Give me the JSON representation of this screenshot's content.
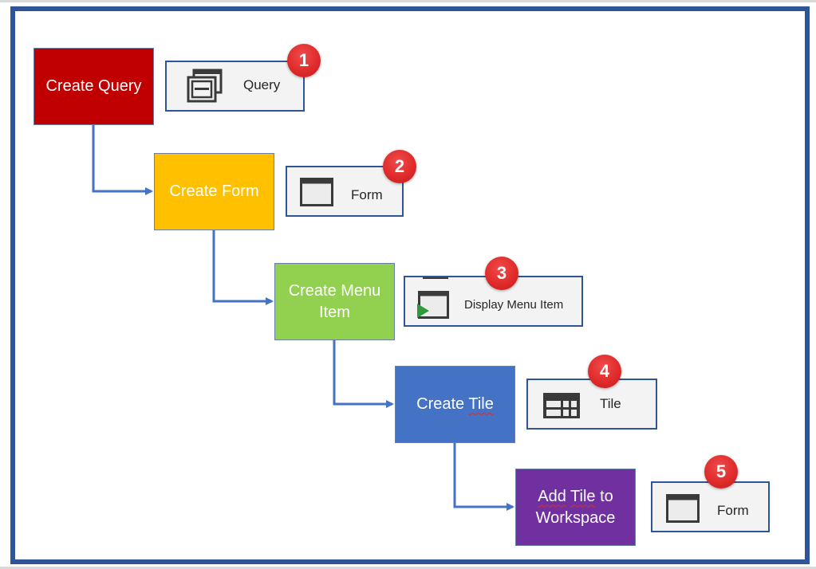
{
  "diagram": {
    "steps": [
      {
        "label": "Create Query",
        "color": "#c00000"
      },
      {
        "label": "Create Form",
        "color": "#ffc000"
      },
      {
        "label": "Create Menu Item",
        "line1": "Create Menu",
        "line2": "Item",
        "color": "#92d050"
      },
      {
        "label": "Create Tile",
        "prefix": "Create ",
        "squiggle": "Tile",
        "color": "#4472c4"
      },
      {
        "label": "Add Tile to Workspace",
        "w1": "Add",
        "w2": "Tile",
        "w3": " to",
        "line2": "Workspace",
        "color": "#7030a0"
      }
    ],
    "callouts": [
      {
        "number": "1",
        "label": "Query",
        "icon": "query-icon"
      },
      {
        "number": "2",
        "label": "Form",
        "icon": "form-icon"
      },
      {
        "number": "3",
        "label": "Display Menu Item",
        "icon": "display-menu-item-icon"
      },
      {
        "number": "4",
        "label": "Tile",
        "icon": "tile-icon"
      },
      {
        "number": "5",
        "label": "Form",
        "icon": "form-icon"
      }
    ],
    "connector_color": "#4472c4",
    "frame_color": "#2f5597",
    "badge_color": "#e02b2b"
  }
}
